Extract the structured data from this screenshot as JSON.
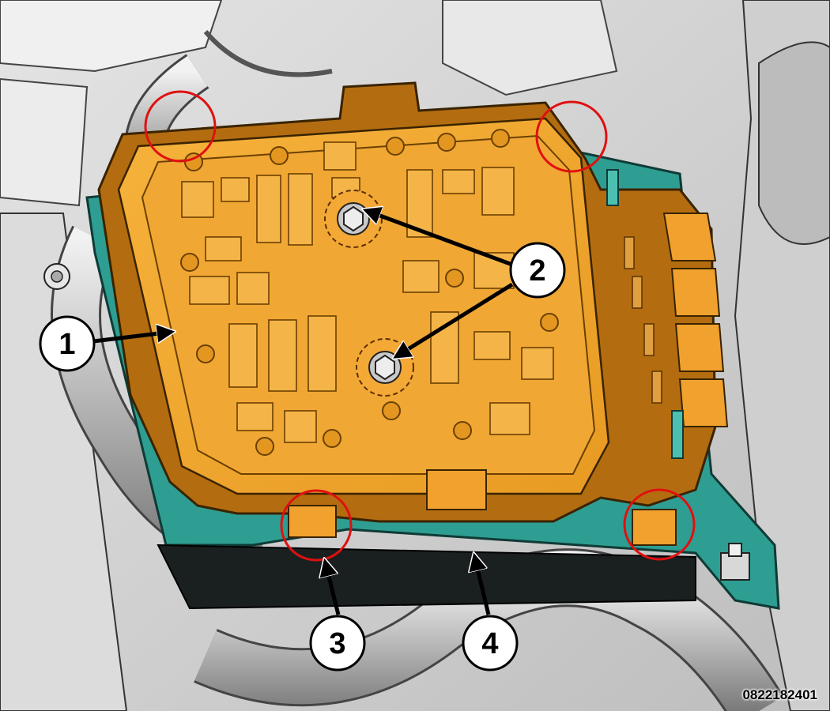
{
  "figure_id": "0822182401",
  "callouts": [
    {
      "id": 1,
      "label": "1"
    },
    {
      "id": 2,
      "label": "2"
    },
    {
      "id": 3,
      "label": "3"
    },
    {
      "id": 4,
      "label": "4"
    }
  ],
  "colors": {
    "housing": "#f2a52b",
    "housing_shade": "#b36d10",
    "bracket": "#2e9e92",
    "background": "#d9d9d9",
    "highlight_ring": "#e01010",
    "callout_fill": "#ffffff",
    "callout_stroke": "#000000"
  },
  "icons": [
    "fastener-nut-icon",
    "highlight-ring-icon",
    "callout-arrow-icon"
  ]
}
